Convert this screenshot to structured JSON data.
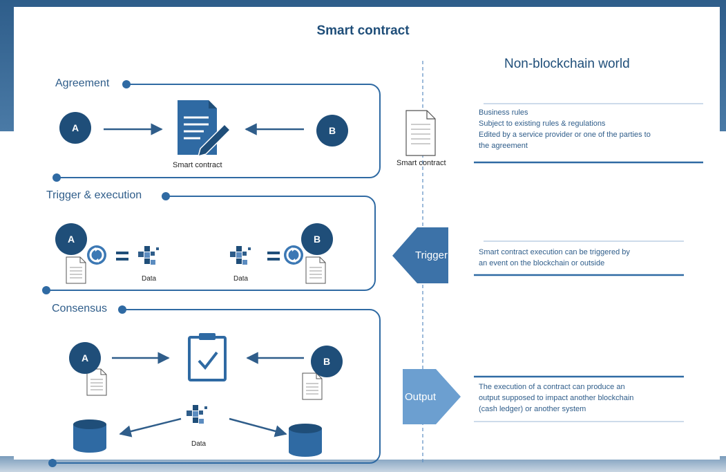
{
  "title": "Smart contract",
  "right_header": "Non-blockchain world",
  "sections": {
    "agreement": "Agreement",
    "trigger": "Trigger & execution",
    "consensus": "Consensus"
  },
  "parties": {
    "a": "A",
    "b": "B"
  },
  "agreement_doc_label": "Smart contract",
  "middle_doc_label": "Smart contract",
  "data_label": "Data",
  "arrows": {
    "trigger": "Trigger",
    "output": "Output"
  },
  "info": {
    "rules": [
      "Business rules",
      "Subject to existing rules & regulations",
      "Edited by a service provider or one of the parties to",
      "the agreement"
    ],
    "trigger": [
      "Smart contract execution can be triggered by",
      "an event on the blockchain or outside"
    ],
    "output": [
      "The execution of a contract can produce an",
      "output supposed to impact another blockchain",
      "(cash ledger) or another system"
    ]
  },
  "colors": {
    "primary": "#1f4e79",
    "accent": "#2f5d8a",
    "light": "#5b8cc0"
  }
}
